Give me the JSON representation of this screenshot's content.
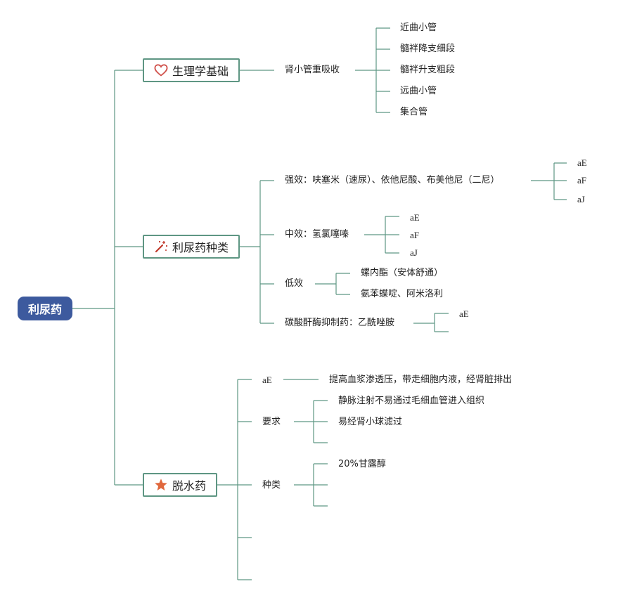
{
  "root": {
    "label": "利尿药"
  },
  "branches": {
    "physiology": {
      "label": "生理学基础",
      "icon": "heart-icon",
      "reabsorption": {
        "label": "肾小管重吸收",
        "segments": [
          "近曲小管",
          "髓袢降支细段",
          "髓袢升支粗段",
          "远曲小管",
          "集合管"
        ]
      }
    },
    "types": {
      "label": "利尿药种类",
      "icon": "magic-wand-icon",
      "strong": {
        "label": "强效：呋塞米（速尿）、依他尼酸、布美他尼（二尼）",
        "items": [
          "aE",
          "aF",
          "aJ"
        ]
      },
      "medium": {
        "label": "中效：氢氯噻嗪",
        "items": [
          "aE",
          "aF",
          "aJ"
        ]
      },
      "low": {
        "label": "低效",
        "items": [
          "螺内酯（安体舒通）",
          "氨苯蝶啶、阿米洛利"
        ]
      },
      "cai": {
        "label": "碳酸酐酶抑制药：乙酰唑胺",
        "items": [
          "aE"
        ]
      }
    },
    "dehydration": {
      "label": "脱水药",
      "icon": "star-icon",
      "ae": {
        "label": "aE",
        "text": "提高血浆渗透压，带走细胞内液，经肾脏排出"
      },
      "requirement": {
        "label": "要求",
        "items": [
          "静脉注射不易通过毛细血管进入组织",
          "易经肾小球滤过"
        ]
      },
      "kinds": {
        "label": "种类",
        "items": [
          "20%甘露醇"
        ]
      }
    }
  },
  "colors": {
    "root_fill": "#3d5a9e",
    "connector": "#5e9683",
    "heart": "#d0504a",
    "star": "#e0683d",
    "wand": "#c0392b"
  }
}
